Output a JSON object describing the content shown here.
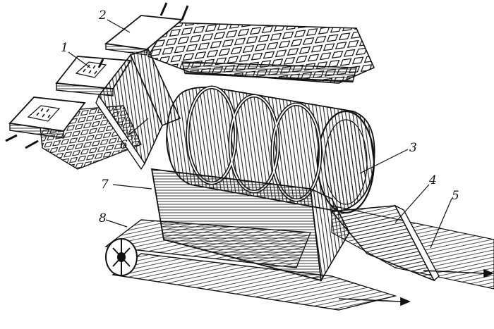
{
  "labels": {
    "n1": "1",
    "n2": "2",
    "n3": "3",
    "n4": "4",
    "n5": "5",
    "n6": "6",
    "n7": "7",
    "n8": "8"
  },
  "colors": {
    "ink": "#111111",
    "paper": "#ffffff",
    "hatch": "#333333"
  }
}
